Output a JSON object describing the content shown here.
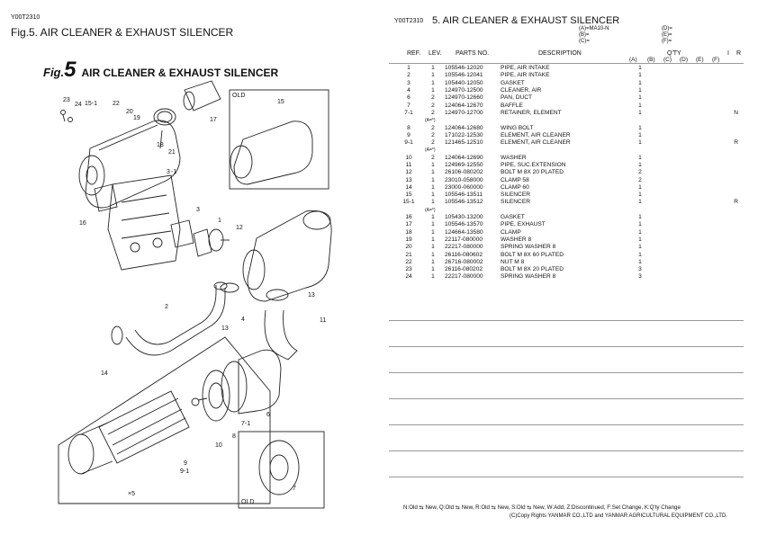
{
  "left": {
    "code": "Y00T2310",
    "title": "Fig.5.  AIR CLEANER & EXHAUST SILENCER",
    "fig_word": "Fig.",
    "fig_num": "5",
    "fig_caption": "AIR CLEANER & EXHAUST SILENCER"
  },
  "diagram_labels": [
    "23",
    "24",
    "15-1",
    "22",
    "20",
    "19",
    "17",
    "18",
    "21",
    "OLD",
    "15",
    "3",
    "-1",
    "16",
    "3",
    "1",
    "12",
    "2",
    "13",
    "4",
    "14",
    "13",
    "11",
    "6",
    "10",
    "8",
    "7-1",
    "7",
    "9",
    "9-1",
    "×5",
    "OLD"
  ],
  "right": {
    "code": "Y00T2310",
    "title": "5.  AIR CLEANER & EXHAUST SILENCER",
    "models_left": [
      "(A)=MA10-N",
      "(B)=",
      "(C)="
    ],
    "models_right": [
      "(D)=",
      "(E)=",
      "(F)="
    ],
    "headers": {
      "ref": "REF.",
      "lev": "LEV.",
      "parts": "PARTS NO.",
      "desc": "DESCRIPTION",
      "qty": "Q'TY",
      "i": "I",
      "r": "R"
    },
    "qty_cols": [
      "(A)",
      "(B)",
      "(C)",
      "(D)",
      "(E)",
      "(F)"
    ]
  },
  "parts": [
    {
      "ref": "1",
      "lev": "1",
      "no": "105546-12020",
      "desc": "PIPE, AIR INTAKE",
      "qty": "1",
      "r": ""
    },
    {
      "ref": "2",
      "lev": "1",
      "no": "105546-12041",
      "desc": "PIPE, AIR INTAKE",
      "qty": "1",
      "r": ""
    },
    {
      "ref": "3",
      "lev": "1",
      "no": "105440-12050",
      "desc": "GASKET",
      "qty": "1",
      "r": ""
    },
    {
      "ref": "4",
      "lev": "1",
      "no": "124970-12500",
      "desc": "CLEANER, AIR",
      "qty": "1",
      "r": ""
    },
    {
      "ref": "6",
      "lev": "2",
      "no": "124970-12660",
      "desc": "PAN, DUCT",
      "qty": "1",
      "r": ""
    },
    {
      "ref": "7",
      "lev": "2",
      "no": "124064-12670",
      "desc": "BAFFLE",
      "qty": "1",
      "r": ""
    },
    {
      "ref": "7-1",
      "lev": "2",
      "no": "124970-12700",
      "desc": "RETAINER, ELEMENT",
      "qty": "1",
      "r": "N"
    },
    {
      "sub": "(A=*)"
    },
    {
      "ref": "8",
      "lev": "2",
      "no": "124064-12680",
      "desc": "WING BOLT",
      "qty": "1",
      "r": ""
    },
    {
      "ref": "9",
      "lev": "2",
      "no": "171022-12530",
      "desc": "ELEMENT, AIR CLEANER",
      "qty": "1",
      "r": ""
    },
    {
      "ref": "9-1",
      "lev": "2",
      "no": "121465-12510",
      "desc": "ELEMENT, AIR CLEANER",
      "qty": "1",
      "r": "R"
    },
    {
      "sub": "(A=*)"
    },
    {
      "ref": "10",
      "lev": "2",
      "no": "124064-12690",
      "desc": "WASHER",
      "qty": "1",
      "r": ""
    },
    {
      "ref": "11",
      "lev": "1",
      "no": "124969-12550",
      "desc": "PIPE, SUC.EXTENSION",
      "qty": "1",
      "r": ""
    },
    {
      "ref": "12",
      "lev": "1",
      "no": "26106-080202",
      "desc": "BOLT M 8X 20 PLATED",
      "qty": "2",
      "r": ""
    },
    {
      "ref": "13",
      "lev": "1",
      "no": "23010-058000",
      "desc": "CLAMP 58",
      "qty": "2",
      "r": ""
    },
    {
      "ref": "14",
      "lev": "1",
      "no": "23000-060000",
      "desc": "CLAMP 60",
      "qty": "1",
      "r": ""
    },
    {
      "ref": "15",
      "lev": "1",
      "no": "105546-13511",
      "desc": "SILENCER",
      "qty": "1",
      "r": ""
    },
    {
      "ref": "15-1",
      "lev": "1",
      "no": "105546-13512",
      "desc": "SILENCER",
      "qty": "1",
      "r": "R"
    },
    {
      "sub": "(A=*)"
    },
    {
      "ref": "16",
      "lev": "1",
      "no": "105430-13200",
      "desc": "GASKET",
      "qty": "1",
      "r": ""
    },
    {
      "ref": "17",
      "lev": "1",
      "no": "105546-13570",
      "desc": "PIPE, EXHAUST",
      "qty": "1",
      "r": ""
    },
    {
      "ref": "18",
      "lev": "1",
      "no": "124664-13580",
      "desc": "CLAMP",
      "qty": "1",
      "r": ""
    },
    {
      "ref": "19",
      "lev": "1",
      "no": "22117-080000",
      "desc": "WASHER  8",
      "qty": "1",
      "r": ""
    },
    {
      "ref": "20",
      "lev": "1",
      "no": "22217-080000",
      "desc": "SPRING WASHER  8",
      "qty": "1",
      "r": ""
    },
    {
      "ref": "21",
      "lev": "1",
      "no": "26116-080602",
      "desc": "BOLT M 8X 60 PLATED",
      "qty": "1",
      "r": ""
    },
    {
      "ref": "22",
      "lev": "1",
      "no": "26716-080002",
      "desc": "NUT M 8",
      "qty": "1",
      "r": ""
    },
    {
      "ref": "23",
      "lev": "1",
      "no": "26116-080202",
      "desc": "BOLT M 8X 20 PLATED",
      "qty": "3",
      "r": ""
    },
    {
      "ref": "24",
      "lev": "1",
      "no": "22217-080000",
      "desc": "SPRING WASHER  8",
      "qty": "3",
      "r": ""
    }
  ],
  "footer": {
    "legend": "N:Old ⇆ New,   Q:Old ⇆ New,   R:Old ⇆ New,   S:Old ⇆ New,   W:Add,  Z:Discontinued,  F:Set Change,  K:Q'ty Change",
    "copyright": "(C)Copy Rights  YANMAR CO.,LTD and YANMAR AGRICULTURAL EQUIPMENT CO.,LTD."
  }
}
